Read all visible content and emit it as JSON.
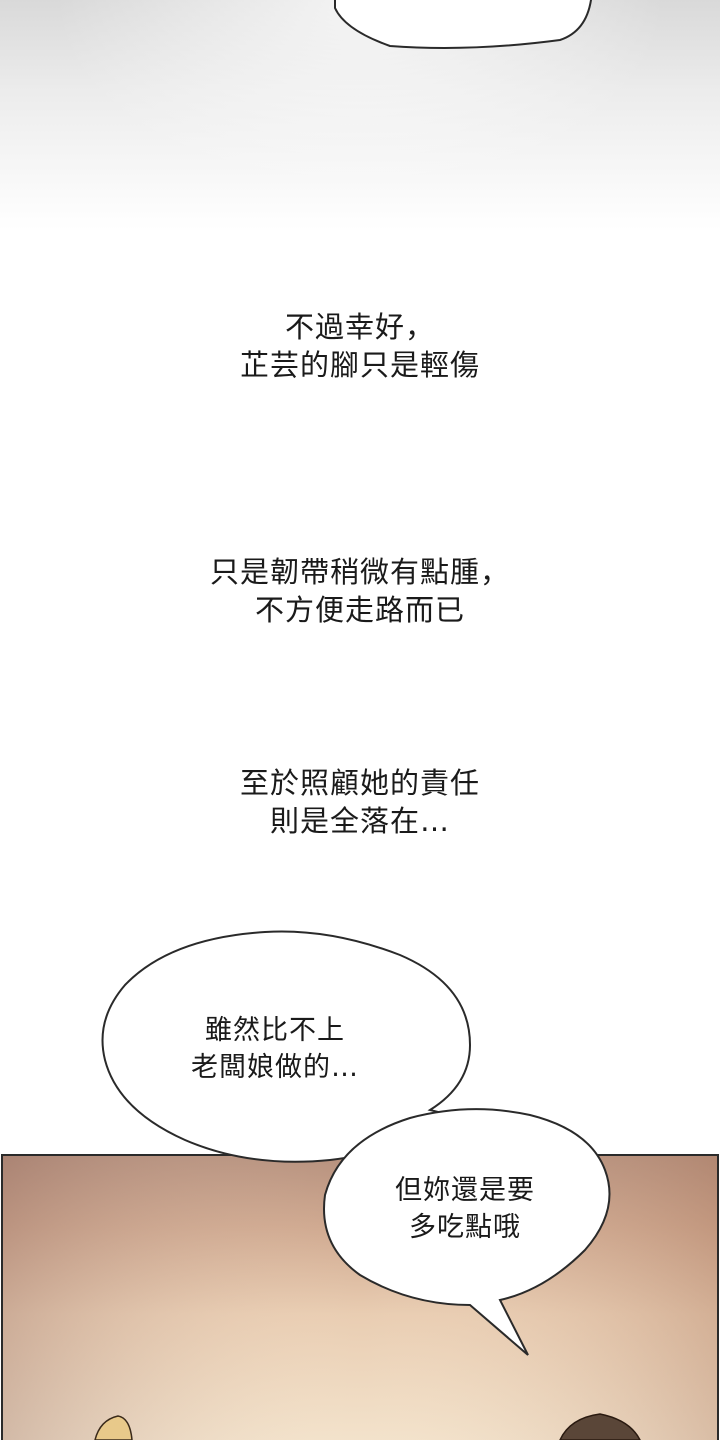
{
  "narration_1": {
    "line_1": "不過幸好，",
    "line_2": "芷芸的腳只是輕傷"
  },
  "narration_2": {
    "line_1": "只是韌帶稍微有點腫，",
    "line_2": "不方便走路而已"
  },
  "narration_3": {
    "line_1": "至於照顧她的責任",
    "line_2": "則是全落在…"
  },
  "bubble_1": {
    "line_1": "雖然比不上",
    "line_2": "老闆娘做的…"
  },
  "bubble_2": {
    "line_1": "但妳還是要",
    "line_2": "多吃點哦"
  }
}
